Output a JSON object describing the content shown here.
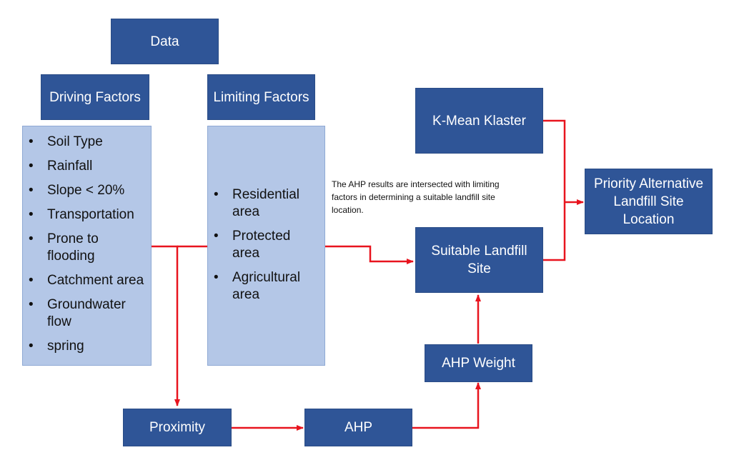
{
  "nodes": {
    "data": "Data",
    "driving_factors": "Driving Factors",
    "limiting_factors": "Limiting Factors",
    "kmean": "K-Mean Klaster",
    "priority": "Priority Alternative Landfill Site Location",
    "suitable": "Suitable Landfill Site",
    "ahp_weight": "AHP Weight",
    "proximity": "Proximity",
    "ahp": "AHP"
  },
  "driving_items": [
    "Soil Type",
    "Rainfall",
    "Slope < 20%",
    "Transportation",
    "Prone to flooding",
    "Catchment area",
    "Groundwater flow",
    "spring"
  ],
  "limiting_items": [
    "Residential area",
    "Protected area",
    "Agricultural area"
  ],
  "note": "The AHP results are intersected with limiting factors in determining a suitable landfill site location.",
  "colors": {
    "box": "#2f5597",
    "list_fill": "#b4c7e7",
    "arrow": "#e8141e"
  }
}
